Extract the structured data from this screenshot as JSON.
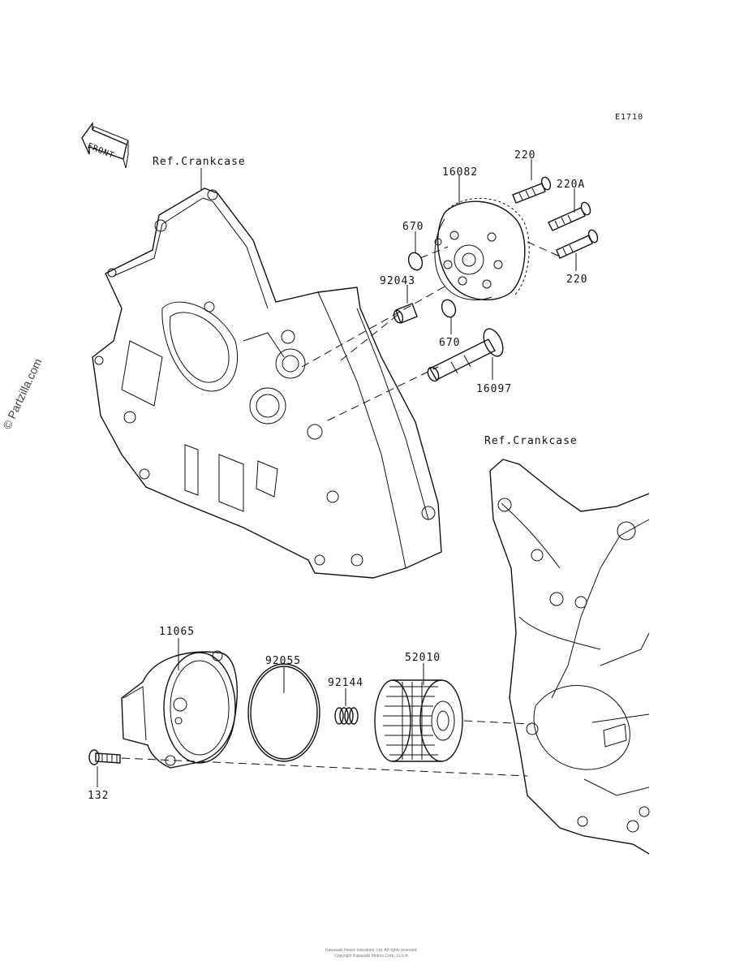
{
  "diagram_code": "E1710",
  "front_arrow_label": "FRONT",
  "watermark": "© Partzilla.com",
  "references": {
    "upper_crankcase": "Ref.Crankcase",
    "lower_crankcase": "Ref.Crankcase"
  },
  "part_numbers": {
    "bolt_220_top": "220",
    "gear_16082": "16082",
    "bolt_220A": "220A",
    "oring_670_top": "670",
    "dowel_92043": "92043",
    "bolt_220_right": "220",
    "oring_670_bottom": "670",
    "shaft_16097": "16097",
    "cover_11065": "11065",
    "oring_92055": "92055",
    "spring_92144": "92144",
    "filter_52010": "52010",
    "bolt_132": "132"
  },
  "footer_lines": [
    "Kawasaki Heavy Industries, Ltd. All rights reserved.",
    "Copyright Kawasaki Motors Corp., U.S.A."
  ]
}
